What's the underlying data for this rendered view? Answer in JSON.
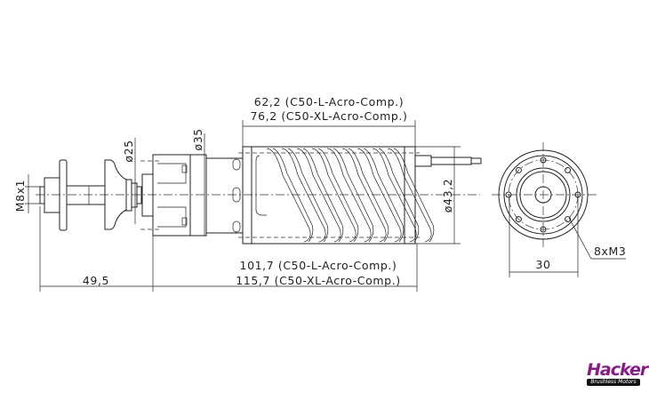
{
  "dimensions": {
    "top_length_l": "62,2 (C50-L-Acro-Comp.)",
    "top_length_xl": "76,2 (C50-XL-Acro-Comp.)",
    "overall_length_l": "101,7 (C50-L-Acro-Comp.)",
    "overall_length_xl": "115,7 (C50-XL-Acro-Comp.)",
    "shaft_length": "49,5",
    "thread": "M8x1",
    "diameter_25": "ø25",
    "diameter_35": "ø35",
    "diameter_body": "ø43,2",
    "bolt_spacing": "30",
    "mount_holes": "8xM3"
  },
  "logo": {
    "name": "Hacker",
    "tagline": "Brushless Motors",
    "color": "#8a1a8a"
  }
}
